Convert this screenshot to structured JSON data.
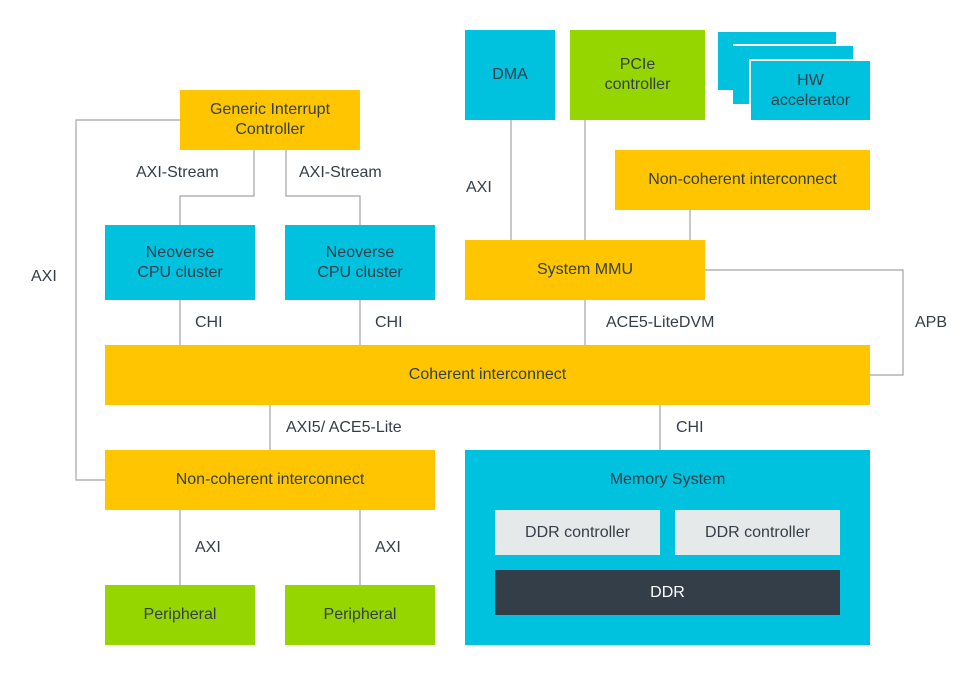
{
  "blocks": {
    "gic": "Generic Interrupt\nController",
    "cpu_cluster_1": "Neoverse\nCPU cluster",
    "cpu_cluster_2": "Neoverse\nCPU cluster",
    "dma": "DMA",
    "pcie": "PCIe\ncontroller",
    "hw_accelerator": "HW\naccelerator",
    "noncoherent_top": "Non-coherent interconnect",
    "system_mmu": "System MMU",
    "coherent": "Coherent interconnect",
    "noncoherent_bottom": "Non-coherent interconnect",
    "memory_system": "Memory System",
    "ddr_controller_1": "DDR controller",
    "ddr_controller_2": "DDR controller",
    "ddr": "DDR",
    "peripheral_1": "Peripheral",
    "peripheral_2": "Peripheral"
  },
  "links": {
    "axi_stream_1": "AXI-Stream",
    "axi_stream_2": "AXI-Stream",
    "axi_left": "AXI",
    "axi_dma": "AXI",
    "chi_cpu_1": "CHI",
    "chi_cpu_2": "CHI",
    "ace5_litedvm": "ACE5-LiteDVM",
    "apb": "APB",
    "axi5_ace5_lite": "AXI5/ ACE5-Lite",
    "chi_memory": "CHI",
    "axi_peripheral_1": "AXI",
    "axi_peripheral_2": "AXI"
  },
  "colors": {
    "yellow": "#ffc600",
    "blue": "#00c1de",
    "green": "#95d600",
    "light_grey": "#e6e9ea",
    "dark": "#333e48",
    "line": "#a0a5aa"
  }
}
